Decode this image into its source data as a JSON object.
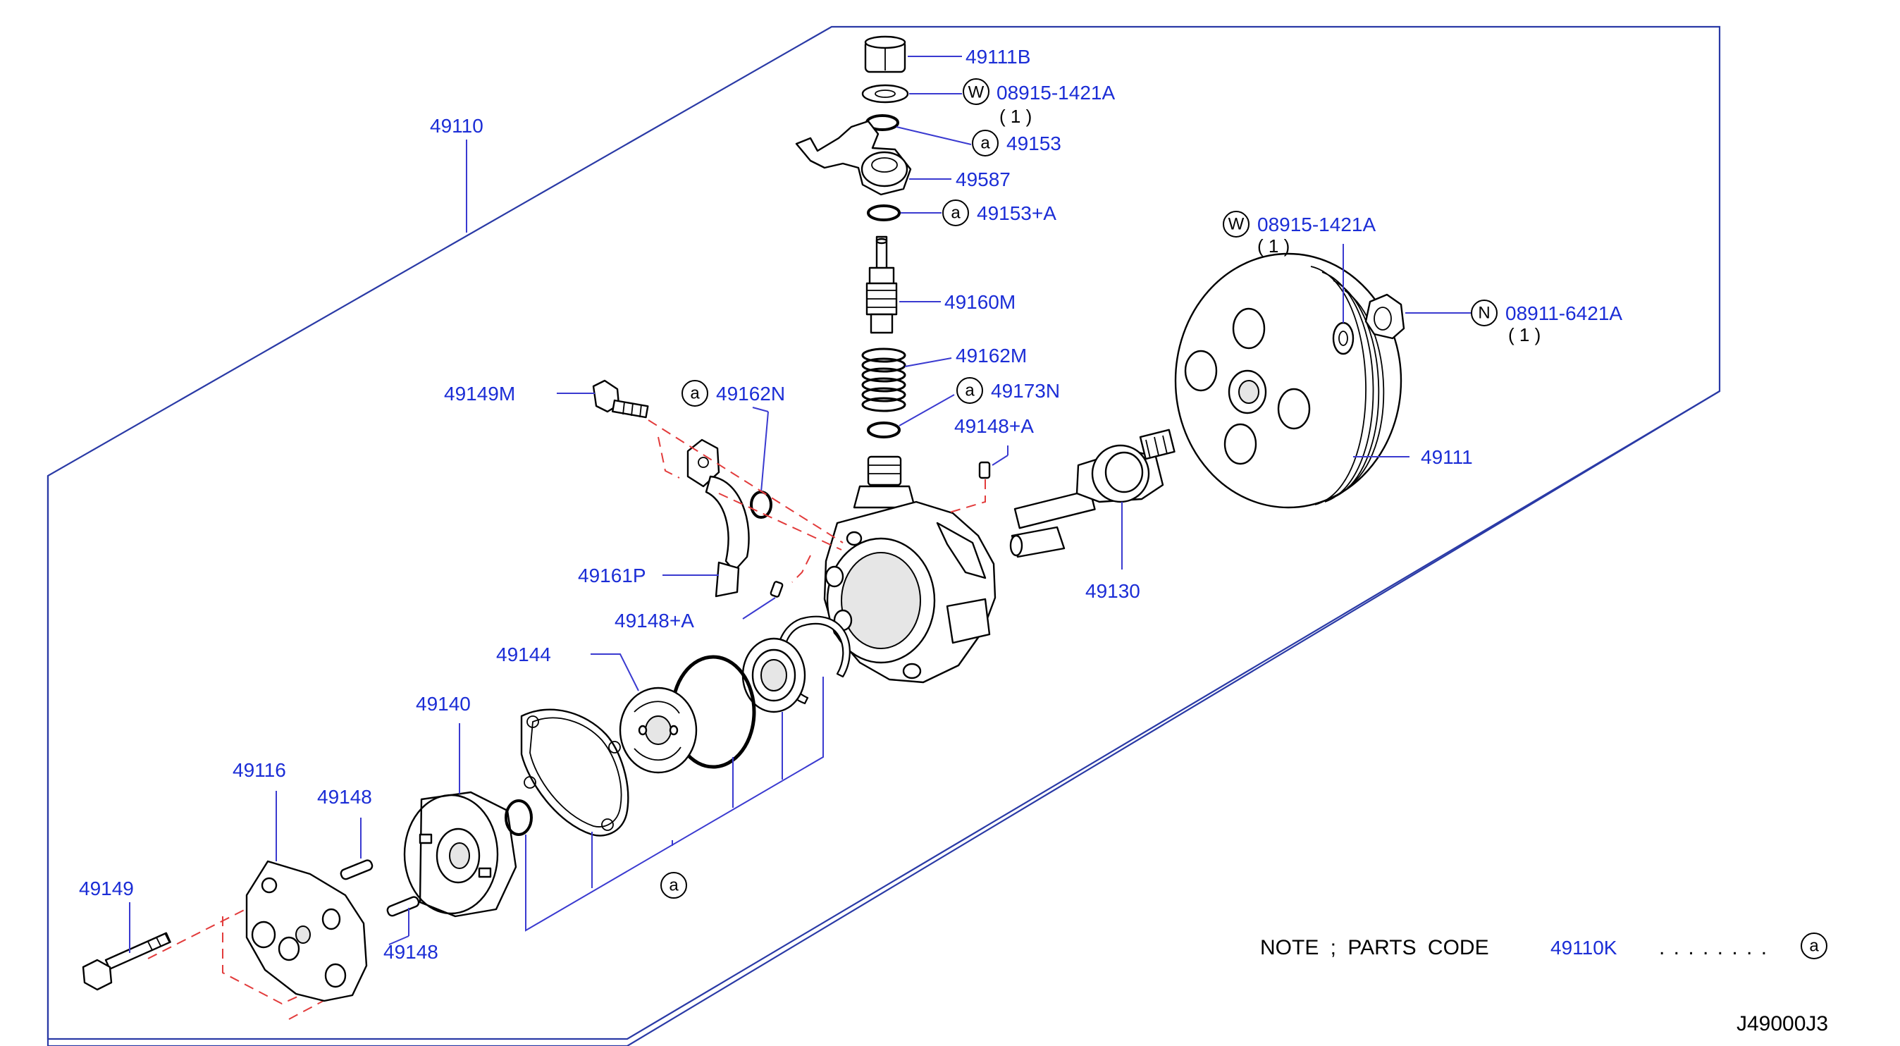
{
  "labels": {
    "assembly": "49110",
    "cap_nut": "49111B",
    "washer_top_code": "08915-1421A",
    "washer_top_qty": "( 1 )",
    "oring_top": "49153",
    "fitting": "49587",
    "oring_mid": "49153+A",
    "valve": "49160M",
    "spring": "49162M",
    "oring_valve": "49173N",
    "pin_upper": "49148+A",
    "bolt_upper": "49149M",
    "oring_pipe": "49162N",
    "pipe": "49161P",
    "pin_lower": "49148+A",
    "washer_pulley_code": "08915-1421A",
    "washer_pulley_qty": "( 1 )",
    "nut_pulley_code": "08911-6421A",
    "nut_pulley_qty": "( 1 )",
    "pulley": "49111",
    "shaft": "49130",
    "plate": "49144",
    "cam_ring": "49140",
    "cover": "49116",
    "dowel_upper": "49148",
    "dowel_lower": "49148",
    "bolt_lower": "49149",
    "note_text": "NOTE ; PARTS CODE",
    "note_code": "49110K",
    "note_dots": ". . . . . . . .",
    "diagram_id": "J49000J3"
  },
  "symbols": {
    "a": "a",
    "w": "W",
    "n": "N"
  },
  "colors": {
    "label_blue": "#1b2dd6",
    "leader_blue": "#3a3ad0",
    "frame_blue": "#2a3aa6",
    "dash_red": "#e23b3b"
  }
}
